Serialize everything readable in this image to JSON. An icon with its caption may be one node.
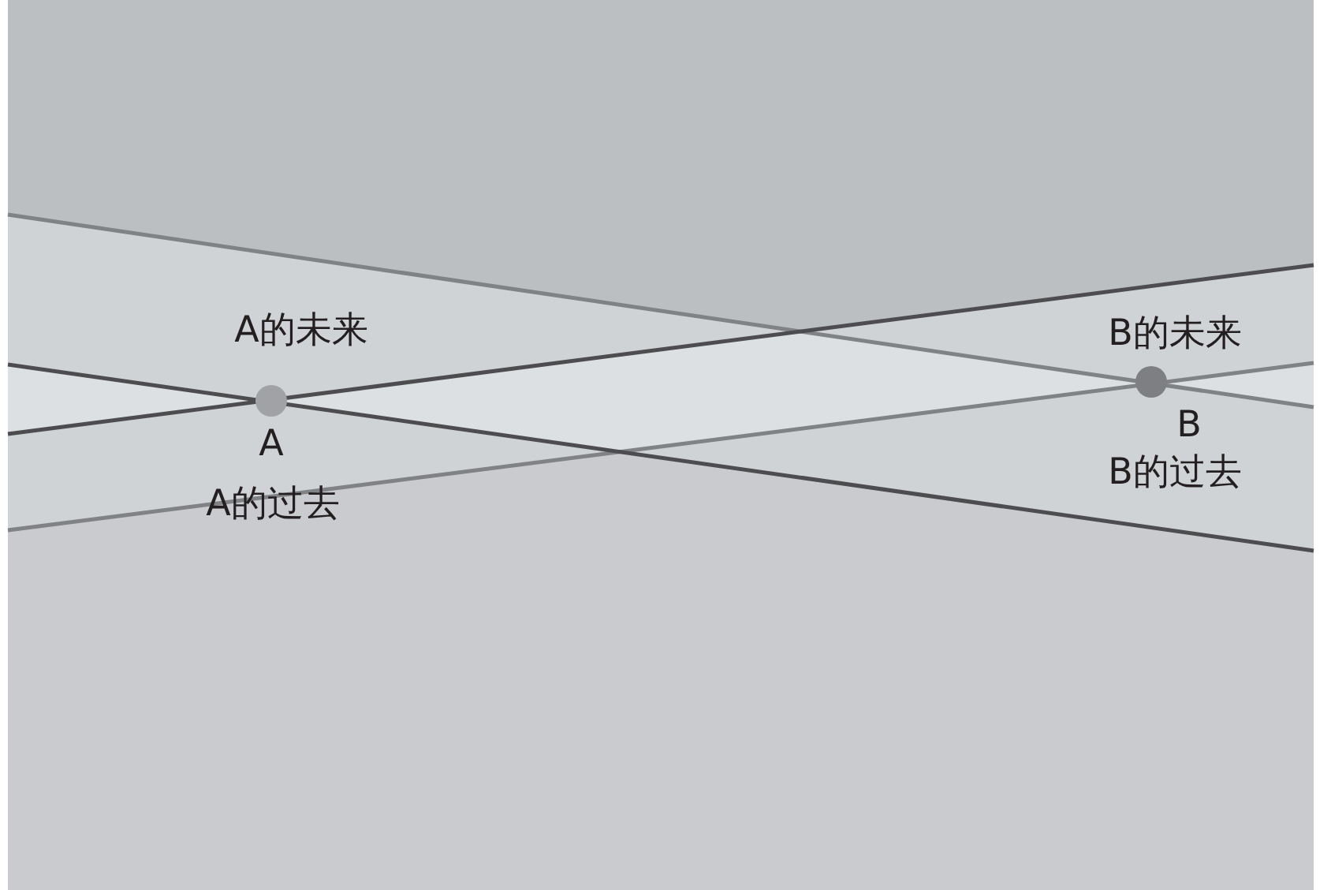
{
  "diagram": {
    "nodes": [
      {
        "text": [
          "A"
        ]
      },
      {
        "text": [
          "B"
        ]
      }
    ],
    "labels": [
      "A的未来",
      "B的未来",
      "A的过去",
      "B的过去"
    ]
  }
}
